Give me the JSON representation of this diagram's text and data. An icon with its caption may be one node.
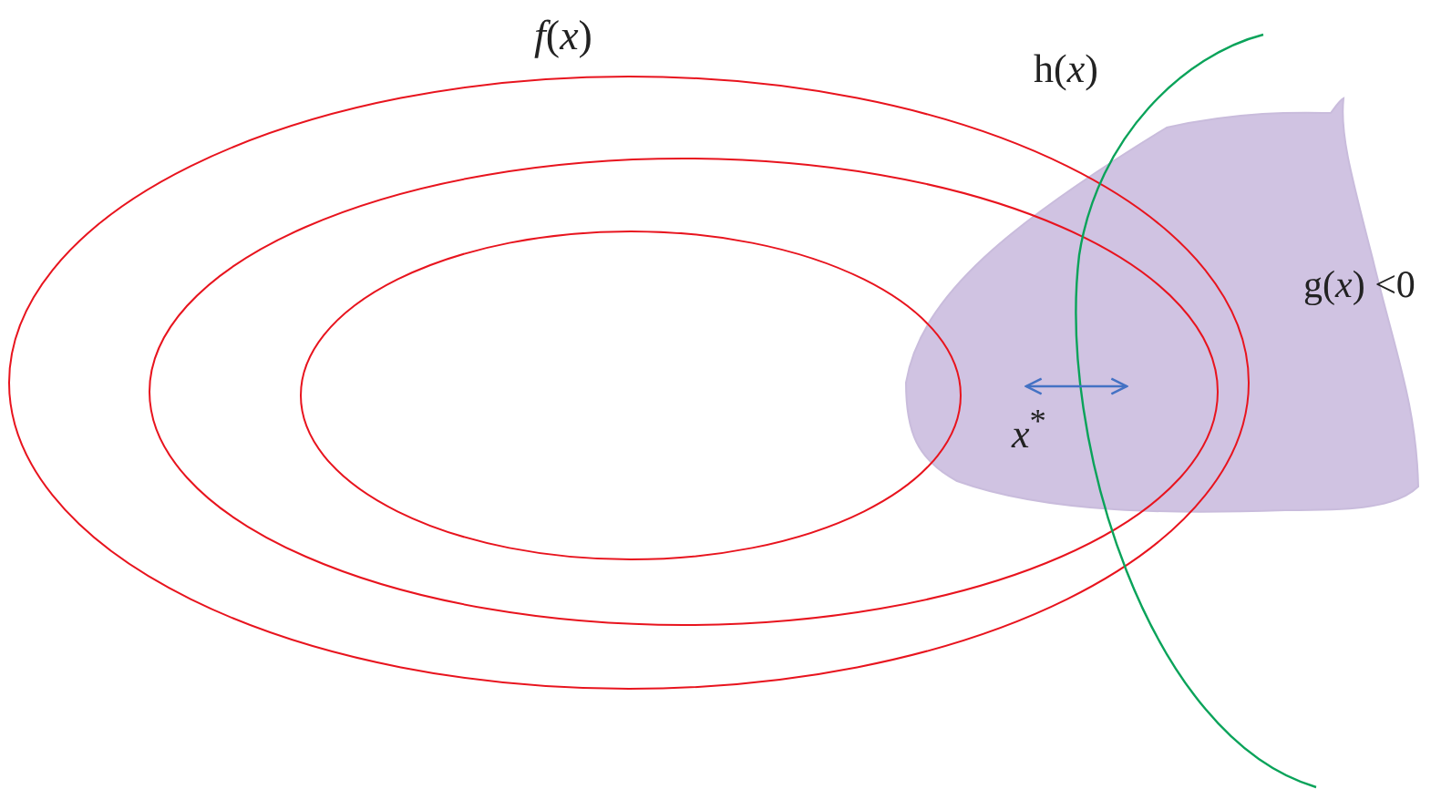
{
  "diagram": {
    "nodes": [
      {
        "text": [
          "g(*x*) <0"
        ]
      }
    ],
    "labels": [
      "*f*(*x*)",
      "h(*x*)",
      "*x*$^{*}$"
    ]
  }
}
